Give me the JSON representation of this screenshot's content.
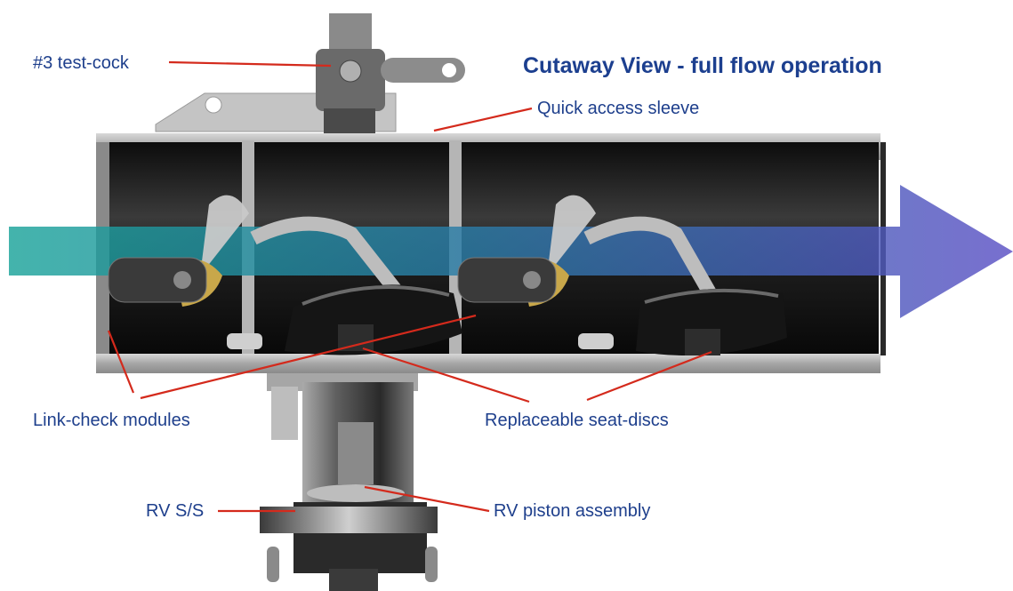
{
  "title": "Cutaway View - full flow operation",
  "labels": {
    "test_cock": "#3 test-cock",
    "quick_access_sleeve": "Quick access sleeve",
    "link_check_modules": "Link-check modules",
    "replaceable_seat_discs": "Replaceable seat-discs",
    "rv_ss": "RV S/S",
    "rv_piston_assembly": "RV piston assembly"
  },
  "colors": {
    "title": "#1c3f8f",
    "label": "#1e3f8c",
    "leader": "#d42a1c",
    "body_dark": "#1a1a1a",
    "body_gray": "#9c9c9c",
    "flow_start": "#1aa39a",
    "flow_end": "#5a4fc4"
  },
  "icons": [
    "flow-arrow",
    "valve-body-cutaway",
    "test-cock-valve",
    "check-module",
    "seat-disc",
    "relief-valve-piston"
  ]
}
